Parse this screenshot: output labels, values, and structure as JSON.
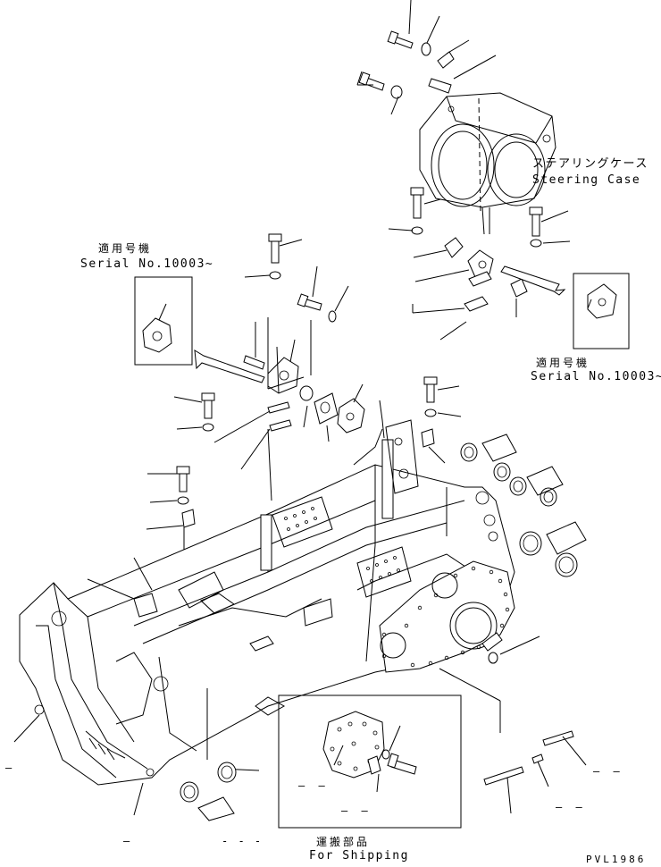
{
  "labels": {
    "steering_case_jp": "ステアリングケース",
    "steering_case_en": "Steering Case",
    "serial_left_jp": "適用号機",
    "serial_left_en": "Serial No.10003~",
    "serial_right_jp": "適用号機",
    "serial_right_en": "Serial No.10003~",
    "shipping_jp": "運搬部品",
    "shipping_en": "For Shipping",
    "drawing_code": "PVL1986"
  },
  "blank_part_numbers": [
    "–",
    "– –",
    "– –",
    "– –",
    "– –",
    "–",
    "- - -"
  ]
}
